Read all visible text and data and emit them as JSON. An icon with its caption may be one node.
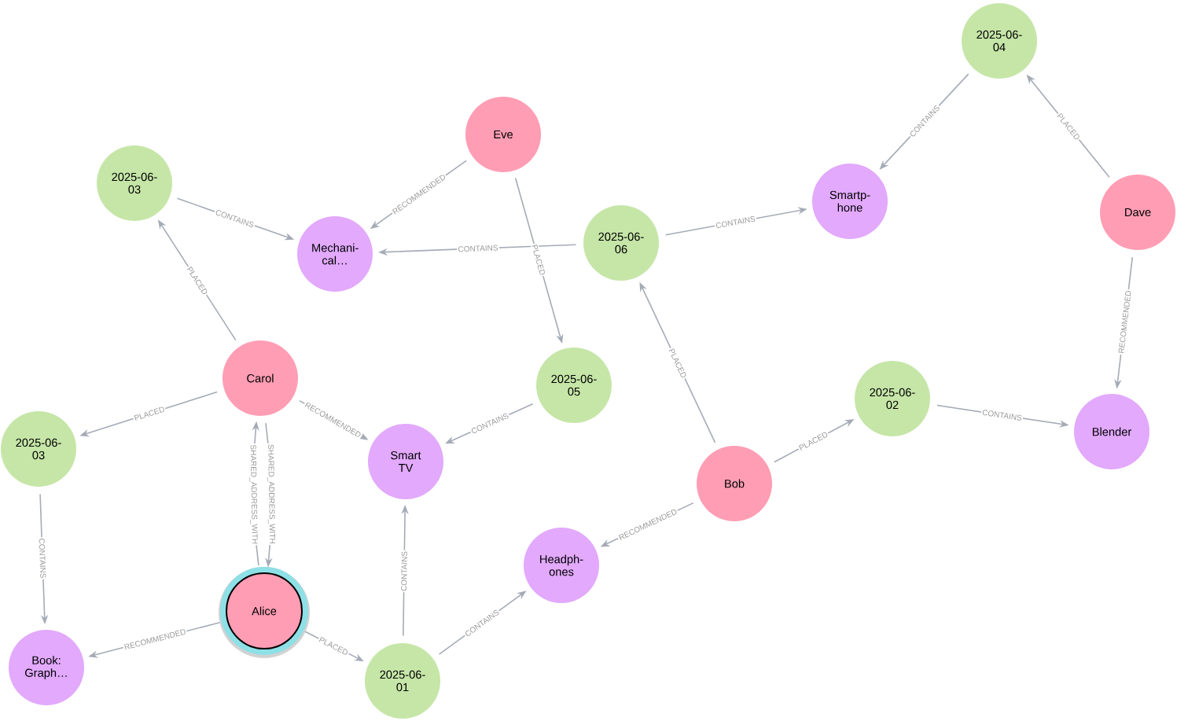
{
  "diagram": {
    "nodes": [
      {
        "text": [
          "2025-06- 04"
        ]
      },
      {
        "text": [
          "Eve"
        ]
      },
      {
        "text": [
          "2025-06- 03"
        ]
      },
      {
        "text": [
          "Smartp- hone"
        ]
      },
      {
        "text": [
          "Dave"
        ]
      },
      {
        "text": [
          "2025-06- 06"
        ]
      },
      {
        "text": [
          "Mechani- cal…"
        ]
      },
      {
        "text": [
          "Carol"
        ]
      },
      {
        "text": [
          "2025-06- 05"
        ]
      },
      {
        "text": [
          "2025-06- 02"
        ]
      },
      {
        "text": [
          "2025-06- 03"
        ]
      },
      {
        "text": [
          "Blender"
        ]
      },
      {
        "text": [
          "Smart TV"
        ]
      },
      {
        "text": [
          "Bob"
        ]
      },
      {
        "text": [
          "Headph- ones"
        ]
      },
      {
        "text": [
          "Alice"
        ]
      },
      {
        "text": [
          "Book: Graph…"
        ]
      },
      {
        "text": [
          "2025-06- 01"
        ]
      }
    ],
    "edges": [
      {
        "from": 4,
        "to": 0,
        "arrow": "to",
        "label": "PLACED"
      },
      {
        "from": 0,
        "to": 3,
        "arrow": "to",
        "label": "CONTAINS"
      },
      {
        "from": 1,
        "to": 6,
        "arrow": "to",
        "label": "RECOMMENDED"
      },
      {
        "from": 1,
        "to": 8,
        "arrow": "to",
        "label": "PLACED"
      },
      {
        "from": 2,
        "to": 6,
        "arrow": "to",
        "label": "CONTAINS"
      },
      {
        "from": 5,
        "to": 6,
        "arrow": "to",
        "label": "CONTAINS"
      },
      {
        "from": 5,
        "to": 3,
        "arrow": "to",
        "label": "CONTAINS"
      },
      {
        "from": 4,
        "to": 11,
        "arrow": "to",
        "label": "RECOMMENDED"
      },
      {
        "from": 7,
        "to": 2,
        "arrow": "to",
        "label": "PLACED"
      },
      {
        "from": 7,
        "to": 10,
        "arrow": "to",
        "label": "PLACED"
      },
      {
        "from": 7,
        "to": 12,
        "arrow": "to",
        "label": "RECOMMENDED"
      },
      {
        "from": 7,
        "to": 15,
        "arrow": "to",
        "label": "SHARED_ADDRESS_WITH"
      },
      {
        "from": 15,
        "to": 7,
        "arrow": "to",
        "label": "SHARED_ADDRESS_WITH"
      },
      {
        "from": 8,
        "to": 12,
        "arrow": "to",
        "label": "CONTAINS"
      },
      {
        "from": 13,
        "to": 5,
        "arrow": "to",
        "label": "PLACED"
      },
      {
        "from": 13,
        "to": 9,
        "arrow": "to",
        "label": "PLACED"
      },
      {
        "from": 9,
        "to": 11,
        "arrow": "to",
        "label": "CONTAINS"
      },
      {
        "from": 13,
        "to": 14,
        "arrow": "to",
        "label": "RECOMMENDED"
      },
      {
        "from": 10,
        "to": 16,
        "arrow": "to",
        "label": "CONTAINS"
      },
      {
        "from": 15,
        "to": 16,
        "arrow": "to",
        "label": "RECOMMENDED"
      },
      {
        "from": 15,
        "to": 17,
        "arrow": "to",
        "label": "PLACED"
      },
      {
        "from": 17,
        "to": 12,
        "arrow": "to",
        "label": "CONTAINS"
      },
      {
        "from": 17,
        "to": 14,
        "arrow": "to",
        "label": "CONTAINS"
      }
    ]
  }
}
